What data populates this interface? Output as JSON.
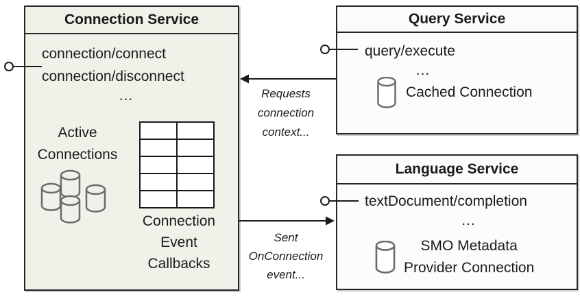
{
  "colors": {
    "connection_fill": "#f0f2e9",
    "service_fill": "#fcfcfc",
    "border": "#262626",
    "text": "#1a1a1a",
    "icon_stroke": "#6b6b6b"
  },
  "connection_service": {
    "title": "Connection Service",
    "methods": [
      "connection/connect",
      "connection/disconnect"
    ],
    "ellipsis": "...",
    "active_connections_lines": [
      "Active",
      "Connections"
    ],
    "callbacks_lines": [
      "Connection",
      "Event",
      "Callbacks"
    ]
  },
  "query_service": {
    "title": "Query Service",
    "methods": [
      "query/execute"
    ],
    "ellipsis": "...",
    "cached_connection_label": "Cached Connection"
  },
  "language_service": {
    "title": "Language Service",
    "methods": [
      "textDocument/completion"
    ],
    "ellipsis": "...",
    "smo_lines": [
      "SMO Metadata",
      "Provider Connection"
    ]
  },
  "flows": {
    "requests_label_lines": [
      "Requests",
      "connection",
      "context..."
    ],
    "sent_label_lines": [
      "Sent",
      "OnConnection",
      "event..."
    ]
  },
  "icons": {
    "database_cluster": "database-cluster-icon (4 overlapping gray cylinders)",
    "database": "database-cylinder-icon",
    "callback_table": "table-grid-icon (2 columns x 5 rows)",
    "interface_connector": "lollipop-interface-icon (circle + stem)"
  }
}
